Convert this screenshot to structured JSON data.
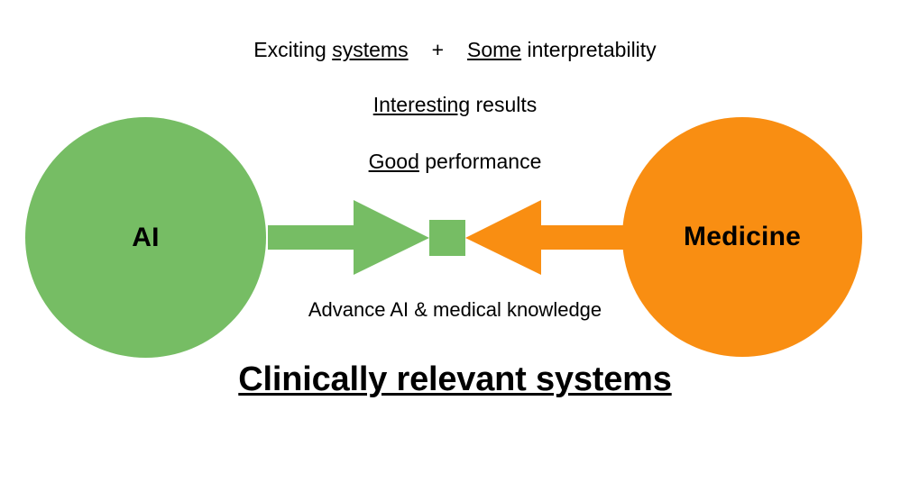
{
  "diagram": {
    "title": "AI and Medicine convergence diagram",
    "background_color": "#ffffff",
    "colors": {
      "green": "#76BD64",
      "orange": "#F98E12",
      "text": "#000000"
    },
    "nodes": {
      "left": {
        "label": "AI",
        "shape": "circle",
        "color": "#76BD64"
      },
      "right": {
        "label": "Medicine",
        "shape": "circle",
        "color": "#F98E12"
      },
      "center": {
        "label": "",
        "shape": "square",
        "color": "#76BD64"
      }
    },
    "arrows": [
      {
        "name": "ai-to-center",
        "direction": "right",
        "color": "#76BD64"
      },
      {
        "name": "medicine-to-center",
        "direction": "left",
        "color": "#F98E12"
      }
    ],
    "captions": {
      "top_line": {
        "part1_plain": "Exciting ",
        "part1_underlined": "systems",
        "plus": "+",
        "part2_underlined": "Some",
        "part2_plain": " interpretability"
      },
      "results_line": {
        "underlined": "Interesting",
        "plain": " results"
      },
      "performance_line": {
        "underlined": "Good",
        "plain": " performance"
      },
      "advance_line": "Advance AI & medical knowledge",
      "conclusion_line": "Clinically relevant systems"
    }
  }
}
